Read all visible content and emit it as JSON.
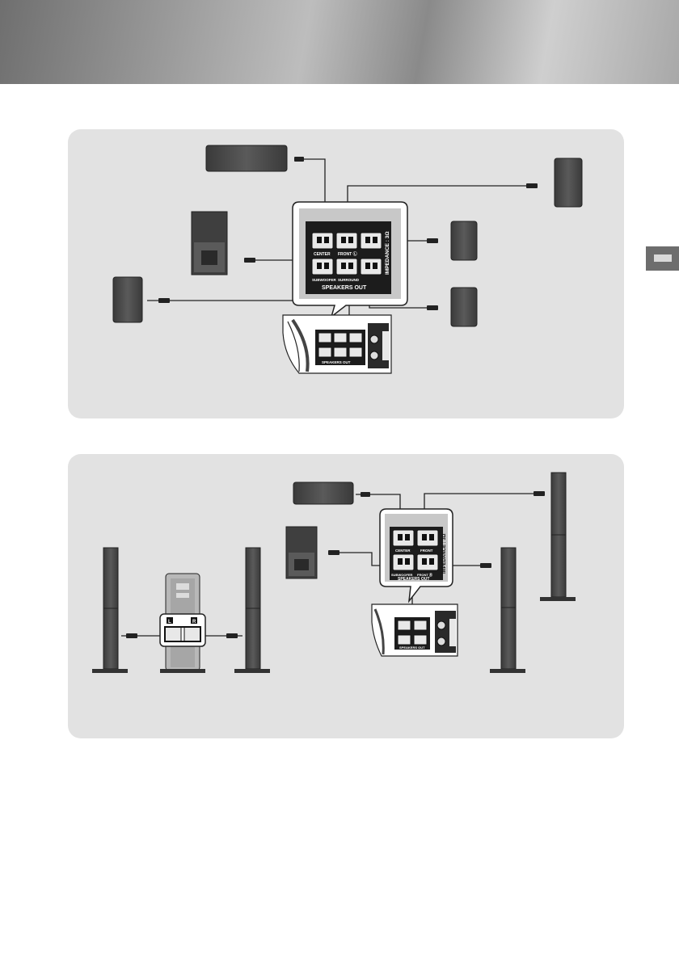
{
  "header": {
    "title": ""
  },
  "side_tab": {
    "label": ""
  },
  "diagram_1": {
    "panel_labels": {
      "center": "CENTER",
      "front_l": "FRONT Ⓛ",
      "front_r": "Ⓡ",
      "subwoofer": "SUBWOOFER",
      "surround": "SURROUND",
      "speakers_out": "SPEAKERS OUT",
      "impedance": "IMPEDANCE : 3Ω"
    },
    "inset_labels": {
      "speakers_out": "SPEAKERS OUT"
    }
  },
  "diagram_2": {
    "panel_labels": {
      "center": "CENTER",
      "front": "FRONT",
      "subwoofer": "SUBWOOFER",
      "front_r": "FRONT Ⓡ",
      "speakers_out": "SPEAKERS OUT",
      "impedance": "IMPEDANCE : 3Ω"
    },
    "inset_labels": {
      "speakers_out": "SPEAKERS OUT"
    },
    "subwoofer_back": {
      "left": "L",
      "right": "R"
    }
  },
  "colors": {
    "speaker_fill": "#4a4a4a",
    "panel_bg": "#e2e2e2",
    "terminal_dark": "#1c1c1c",
    "wire": "#222222"
  }
}
